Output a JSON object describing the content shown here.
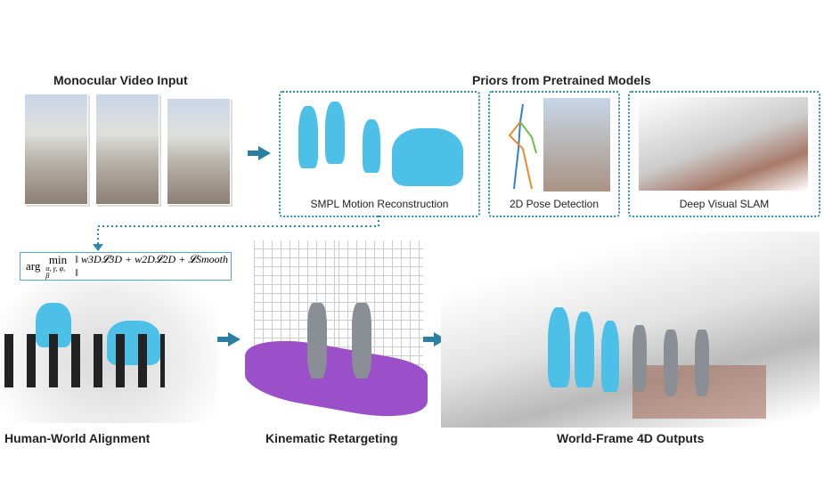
{
  "top": {
    "video_title": "Monocular Video Input",
    "priors_title": "Priors from Pretrained Models"
  },
  "priors": [
    {
      "caption": "SMPL Motion Reconstruction"
    },
    {
      "caption": "2D Pose Detection"
    },
    {
      "caption": "Deep Visual SLAM"
    }
  ],
  "formula": {
    "argmin": "arg",
    "min": "min",
    "sub": "α, γ, φ, β",
    "expr": "‖ w3D𝓛3D + w2D𝓛2D + 𝓛Smooth ‖"
  },
  "bottom": [
    {
      "caption": "Human-World Alignment"
    },
    {
      "caption": "Kinematic Retargeting"
    },
    {
      "caption": "World-Frame 4D Outputs"
    }
  ],
  "colors": {
    "accent": "#2b8aa8",
    "human": "#4cc0e6",
    "terrain": "#9b4fc8"
  }
}
